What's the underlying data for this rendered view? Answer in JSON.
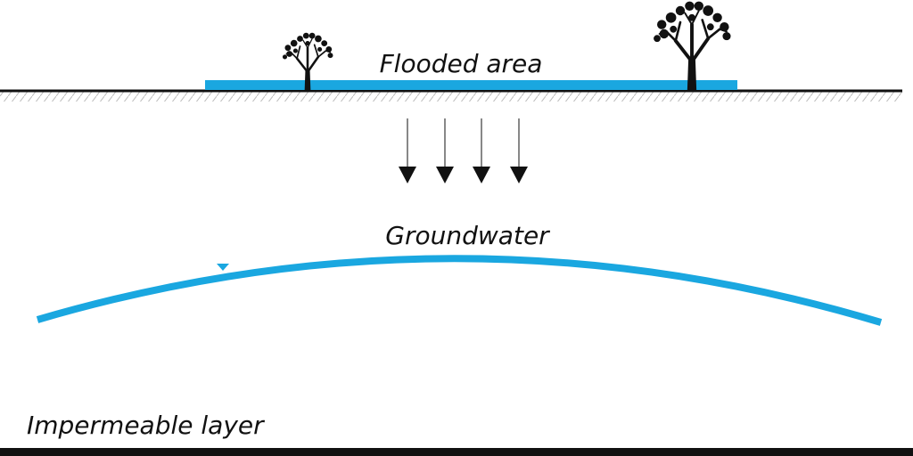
{
  "labels": {
    "flooded_area": "Flooded area",
    "groundwater": "Groundwater",
    "impermeable_layer": "Impermeable layer"
  },
  "colors": {
    "water": "#1aa7e0",
    "ground": "#111111",
    "hatch": "#bdbdbd",
    "text": "#111111"
  },
  "icons": [
    "tree-icon",
    "down-arrow-icon",
    "water-table-marker-icon"
  ],
  "infiltration_arrow_count": 4
}
